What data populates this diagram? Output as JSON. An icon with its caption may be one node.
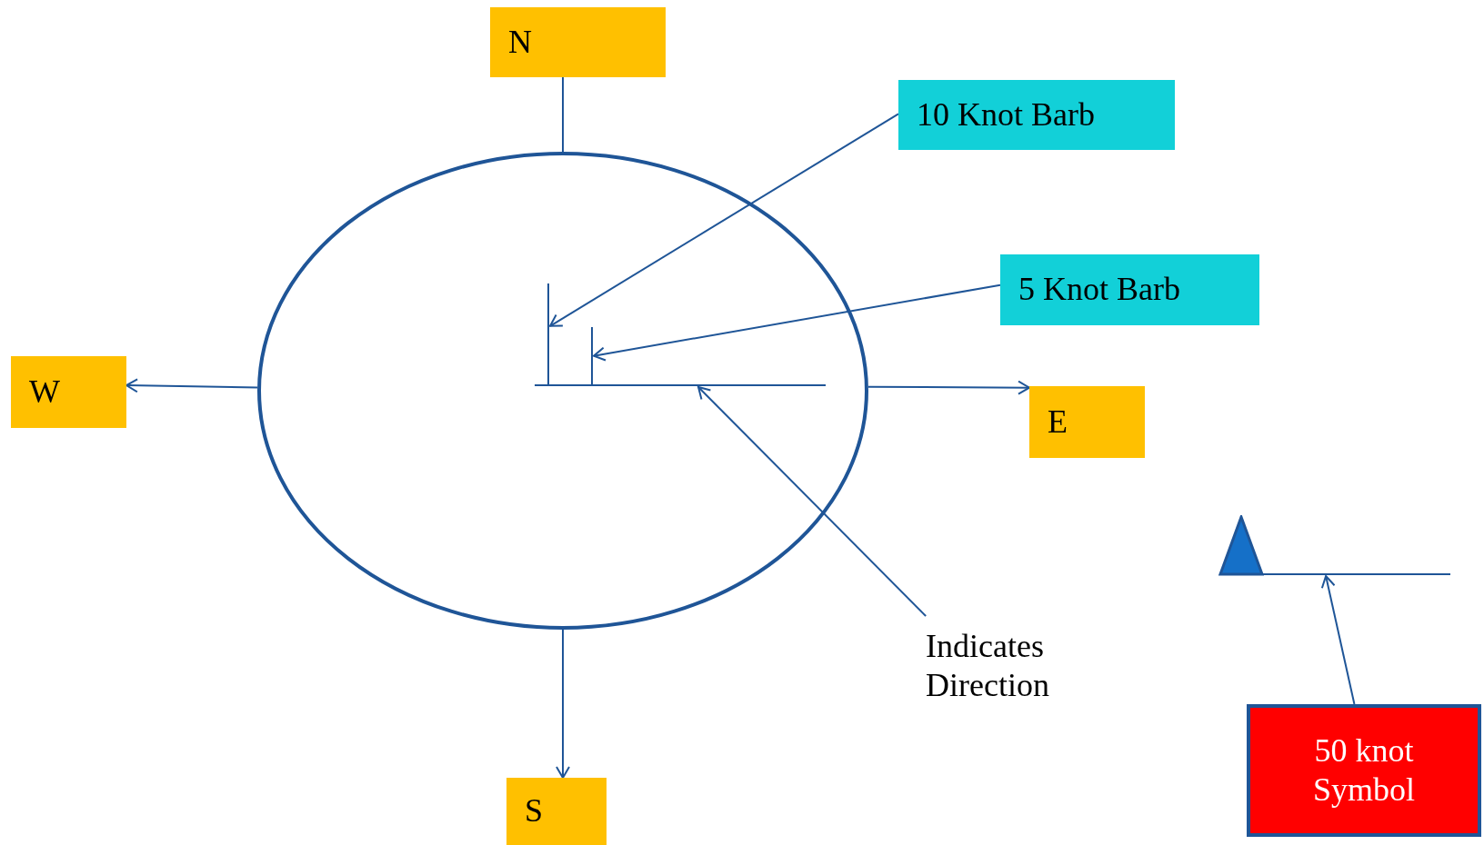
{
  "diagram": {
    "nodes": [
      {
        "text": [
          "N"
        ]
      },
      {
        "text": [
          "10 Knot Barb"
        ]
      },
      {
        "text": [
          "5 Knot Barb"
        ]
      },
      {
        "text": [
          "W"
        ]
      },
      {
        "text": [
          "E"
        ]
      },
      {
        "text": [],
        "shape": "circle"
      },
      {
        "text": [
          "Indicates Direction"
        ]
      },
      {
        "text": [
          "S"
        ]
      },
      {
        "text": [
          "50 knot Symbol"
        ]
      },
      {
        "text": [],
        "shape": "line",
        "in": 5
      },
      {
        "text": [],
        "shape": "line",
        "in": 5
      },
      {
        "text": [],
        "shape": "line",
        "in": 5
      },
      {
        "text": [],
        "shape": "flag"
      }
    ],
    "edges": [
      {
        "from": 5,
        "to": 0,
        "arrow": "none"
      },
      {
        "from": 5,
        "to": 3,
        "arrow": "to"
      },
      {
        "from": 5,
        "to": 4,
        "arrow": "to"
      },
      {
        "from": 5,
        "to": 7,
        "arrow": "to"
      },
      {
        "from": 1,
        "to": 9,
        "arrow": "to"
      },
      {
        "from": 2,
        "to": 10,
        "arrow": "to"
      },
      {
        "from": 6,
        "to": 11,
        "arrow": "to"
      },
      {
        "from": 8,
        "to": 12,
        "arrow": "to"
      }
    ]
  }
}
